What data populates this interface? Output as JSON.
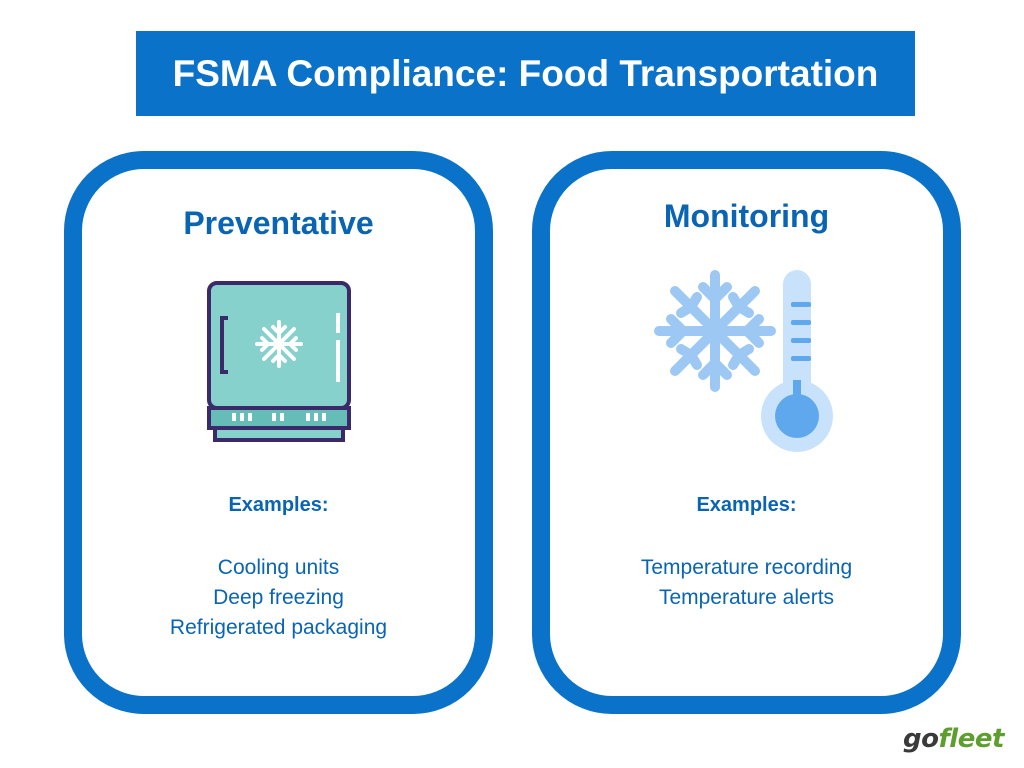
{
  "title": "FSMA Compliance: Food Transportation",
  "colors": {
    "primary_blue": "#0a72c8",
    "heading_blue": "#0a64b4",
    "freezer_teal": "#86d1cb",
    "freezer_outline": "#3a2a6a",
    "snowflake_blue": "#9dc8f4",
    "thermometer_blue": "#5fa8ee",
    "logo_green": "#5e9e2e",
    "logo_gray": "#3a3a3a"
  },
  "cards": {
    "preventative": {
      "heading": "Preventative",
      "icon": "freezer-icon",
      "examples_label": "Examples:",
      "items": [
        "Cooling units",
        "Deep freezing",
        "Refrigerated packaging"
      ]
    },
    "monitoring": {
      "heading": "Monitoring",
      "icon": "snowflake-thermometer-icon",
      "examples_label": "Examples:",
      "items": [
        "Temperature recording",
        "Temperature alerts"
      ]
    }
  },
  "logo": {
    "part1": "go",
    "part2": "fleet"
  }
}
